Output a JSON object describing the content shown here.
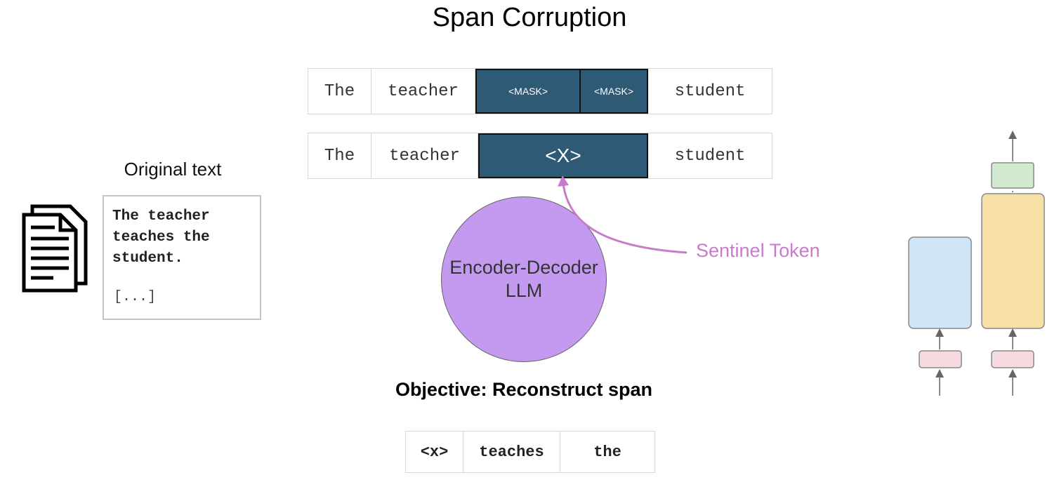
{
  "title": "Span Corruption",
  "masked_row": {
    "tokens": [
      "The",
      "teacher",
      "<MASK>",
      "<MASK>",
      "student"
    ]
  },
  "sentinel_row": {
    "tokens": [
      "The",
      "teacher",
      "<X>",
      "student"
    ]
  },
  "original": {
    "label": "Original text",
    "text": "The teacher\nteaches the\nstudent.",
    "ellipsis": "[...]"
  },
  "model": {
    "line1": "Encoder-Decoder",
    "line2": "LLM"
  },
  "sentinel_label": "Sentinel Token",
  "objective": "Objective: Reconstruct span",
  "output_row": {
    "tokens": [
      "<x>",
      "teaches",
      "the"
    ]
  },
  "colors": {
    "mask": "#2e5a76",
    "llm": "#c49af0",
    "sentinel": "#c67bcb",
    "encoder_block": "#cfe5f8",
    "decoder_block": "#f6e0a6",
    "head_block": "#d3e9cf",
    "embed_block": "#f5dbe0"
  },
  "icons": [
    "document-stack-icon"
  ]
}
